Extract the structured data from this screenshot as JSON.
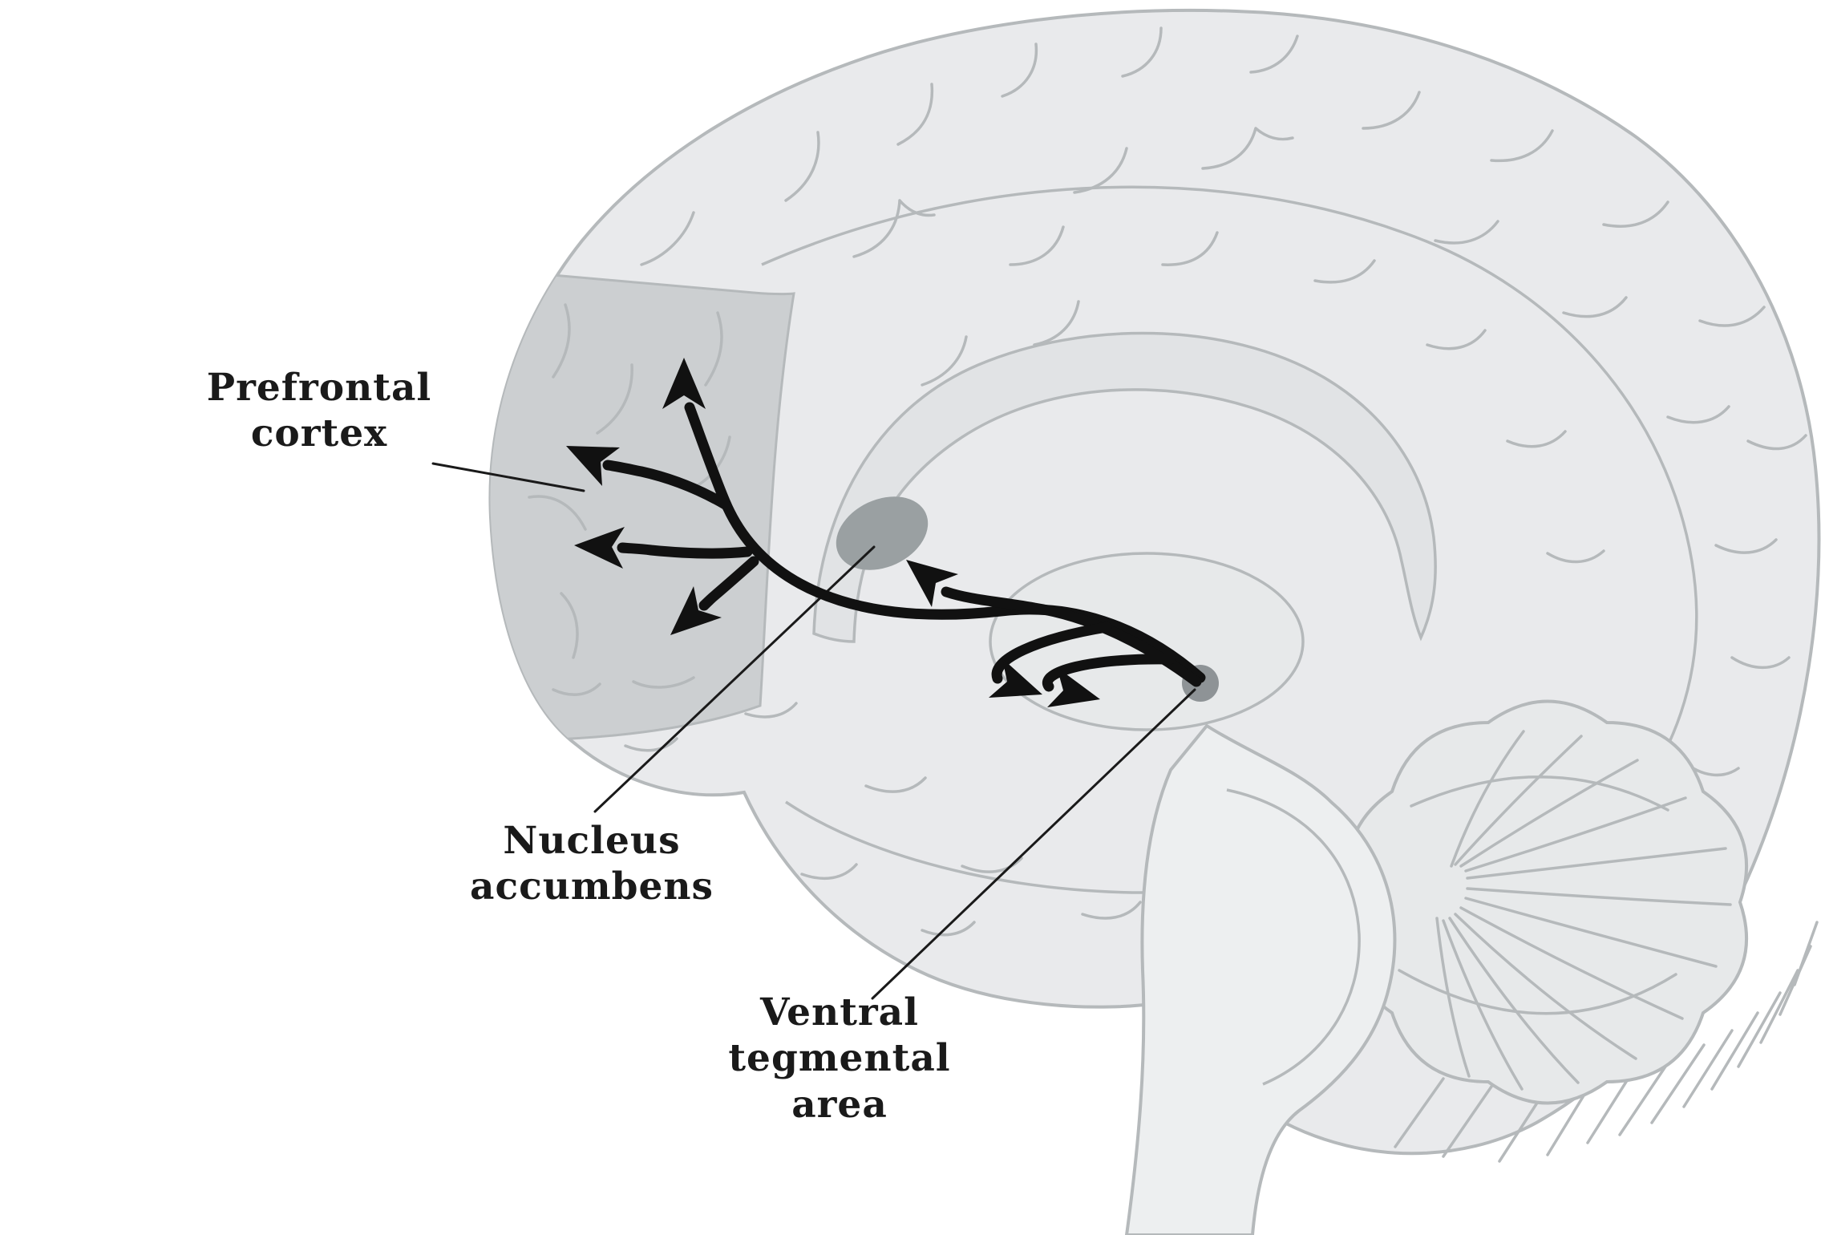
{
  "labels": {
    "prefrontal_cortex": {
      "line1": "Prefrontal",
      "line2": "cortex"
    },
    "nucleus_accumbens": {
      "line1": "Nucleus",
      "line2": "accumbens"
    },
    "ventral_tegmental_area": {
      "line1": "Ventral",
      "line2": "tegmental",
      "line3": "area"
    }
  },
  "colors": {
    "background": "#ffffff",
    "brain_fill": "#e9eaec",
    "brain_outline": "#b5b9bb",
    "inner_structure_fill": "#e1e3e5",
    "thalamus_fill": "#e7e9ea",
    "brainstem_fill": "#edeff0",
    "cerebellum_fill": "#e7e9ea",
    "prefrontal_region": "#cccfd1",
    "nucleus_accumbens": "#9aa0a2",
    "vta": "#8e9396",
    "pathway": "#111111",
    "leader_line": "#1a1a1a",
    "label_text": "#1a1a1a"
  }
}
